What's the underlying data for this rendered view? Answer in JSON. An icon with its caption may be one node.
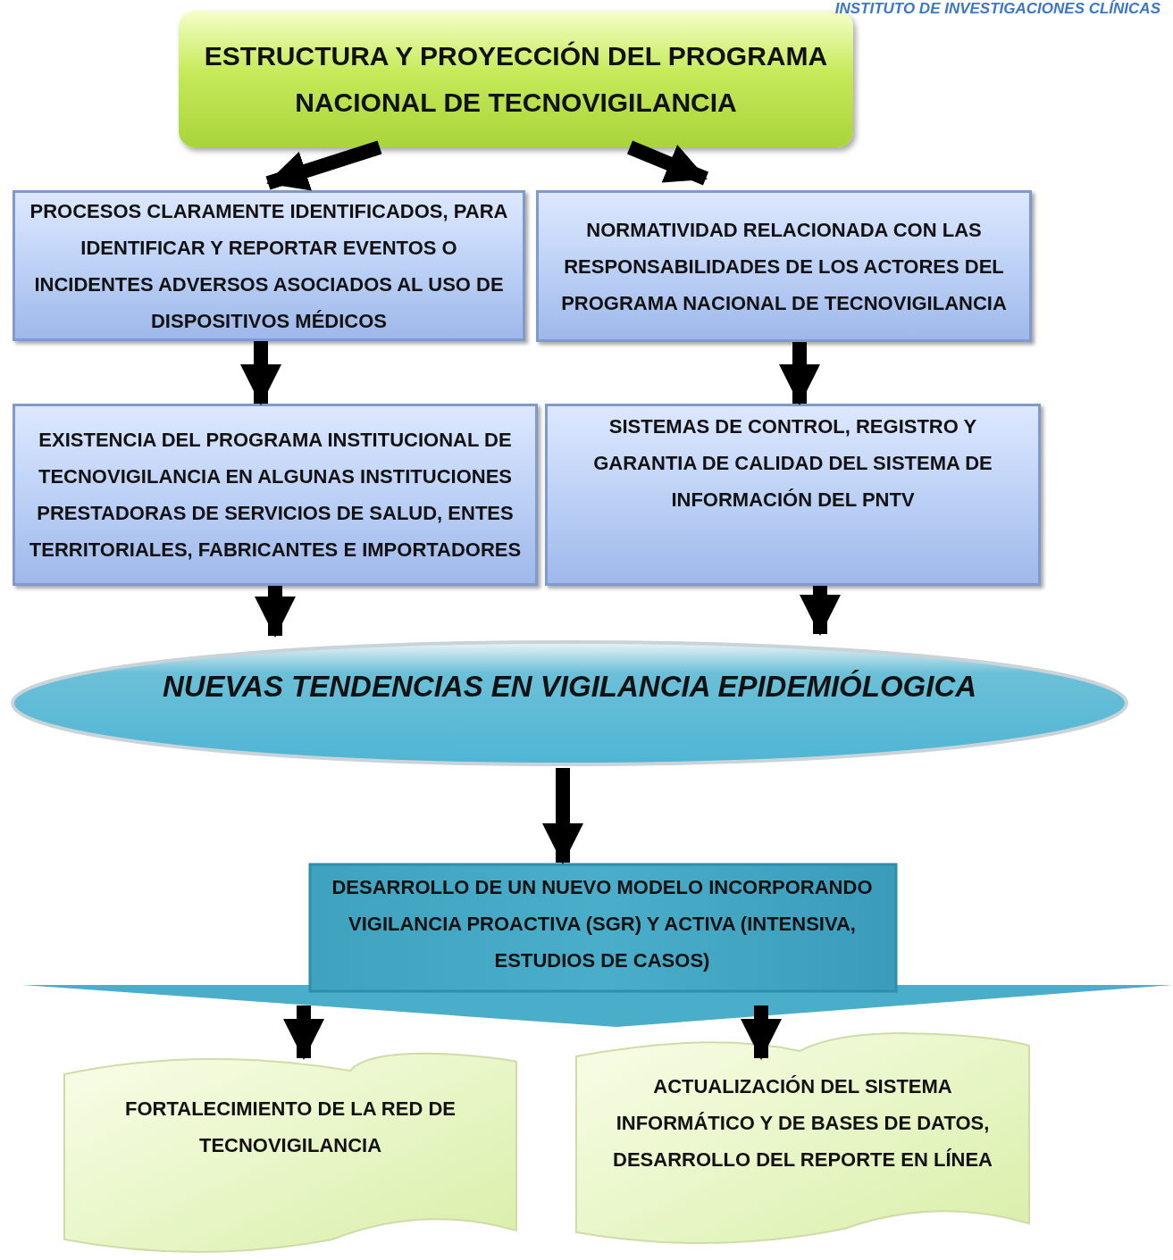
{
  "diagram": {
    "nodes": [
      {
        "text": [
          "ESTRUCTURA Y PROYECCIÓN DEL PROGRAMA NACIONAL DE TECNOVIGILANCIA"
        ]
      },
      {
        "text": [
          "PROCESOS CLARAMENTE IDENTIFICADOS, PARA IDENTIFICAR Y REPORTAR EVENTOS O INCIDENTES ADVERSOS ASOCIADOS AL USO DE DISPOSITIVOS MÉDICOS"
        ]
      },
      {
        "text": [
          "NORMATIVIDAD RELACIONADA CON LAS RESPONSABILIDADES DE LOS ACTORES DEL PROGRAMA NACIONAL DE TECNOVIGILANCIA"
        ]
      },
      {
        "text": [
          "EXISTENCIA DEL PROGRAMA INSTITUCIONAL DE TECNOVIGILANCIA EN ALGUNAS INSTITUCIONES PRESTADORAS DE SERVICIOS DE SALUD,  ENTES TERRITORIALES, FABRICANTES E IMPORTADORES"
        ]
      },
      {
        "text": [
          "SISTEMAS DE CONTROL, REGISTRO Y GARANTIA DE CALIDAD DEL SISTEMA DE INFORMACIÓN DEL PNTV"
        ]
      },
      {
        "text": [
          "NUEVAS TENDENCIAS EN VIGILANCIA EPIDEMIÓLOGICA"
        ]
      },
      {
        "text": [
          "DESARROLLO DE UN NUEVO MODELO INCORPORANDO VIGILANCIA PROACTIVA (SGR) Y ACTIVA (INTENSIVA, ESTUDIOS DE CASOS)"
        ]
      },
      {
        "text": [
          "FORTALECIMIENTO  DE LA RED DE TECNOVIGILANCIA"
        ]
      },
      {
        "text": [
          "ACTUALIZACIÓN DEL SISTEMA INFORMÁTICO Y DE BASES DE DATOS, DESARROLLO DEL REPORTE EN LÍNEA"
        ]
      }
    ],
    "edges": [
      {
        "from": 0,
        "to": 1,
        "arrow": "to"
      },
      {
        "from": 0,
        "to": 2,
        "arrow": "to"
      },
      {
        "from": 1,
        "to": 3,
        "arrow": "to"
      },
      {
        "from": 2,
        "to": 4,
        "arrow": "to"
      },
      {
        "from": 3,
        "to": 5,
        "arrow": "to"
      },
      {
        "from": 4,
        "to": 5,
        "arrow": "to"
      },
      {
        "from": 5,
        "to": 6,
        "arrow": "to"
      },
      {
        "from": 6,
        "to": 7,
        "arrow": "to"
      },
      {
        "from": 6,
        "to": 8,
        "arrow": "to"
      }
    ],
    "labels": [
      "INSTITUTO DE INVESTIGACIONES CLÍNICAS"
    ]
  }
}
